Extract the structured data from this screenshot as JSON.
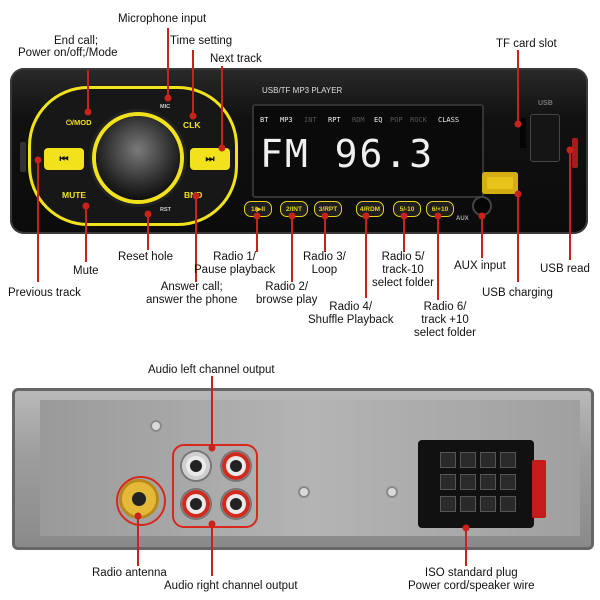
{
  "front_labels": {
    "microphone_input": "Microphone input",
    "end_call": [
      "End call;",
      "Power on/off;/Mode"
    ],
    "time_setting": "Time setting",
    "next_track": "Next track",
    "tf_card_slot": "TF card slot",
    "mute": "Mute",
    "reset_hole": "Reset hole",
    "previous_track": "Previous track",
    "answer_call": [
      "Answer call;",
      "answer the phone"
    ],
    "radio1": [
      "Radio 1/",
      "Pause playback"
    ],
    "radio2": [
      "Radio 2/",
      "browse play"
    ],
    "radio3": [
      "Radio 3/",
      "Loop"
    ],
    "radio4": [
      "Radio 4/",
      "Shuffle Playback"
    ],
    "radio5": [
      "Radio 5/",
      "track-10",
      "select folder"
    ],
    "radio6": [
      "Radio 6/",
      "track +10",
      "select folder"
    ],
    "aux_input": "AUX input",
    "usb_read": "USB read",
    "usb_charging": "USB charging"
  },
  "unit": {
    "top_caption": "USB/TF MP3 PLAYER",
    "btn_mod": "⏻/MOD",
    "btn_clk": "CLK",
    "btn_prev": "⏮",
    "btn_next": "⏭",
    "btn_mute": "MUTE",
    "btn_bnd": "BND",
    "mic": "MIC",
    "rst": "RST",
    "usb": "USB",
    "aux": "AUX",
    "display_tags": [
      "BT",
      "MP3",
      "INT",
      "RPT",
      "RDM",
      "EQ",
      "POP",
      "ROCK",
      "CLASS"
    ],
    "display_text": "FM 96.3",
    "presets": [
      "1/▶II",
      "2/INT",
      "3/RPT",
      "4/RDM",
      "5/-10",
      "6/+10"
    ]
  },
  "rear_labels": {
    "audio_left": "Audio left channel output",
    "radio_antenna": "Radio antenna",
    "audio_right": "Audio right channel output",
    "iso_plug": [
      "ISO standard plug",
      "Power cord/speaker wire"
    ]
  },
  "colors": {
    "accent_yellow": "#f1e21b",
    "callout_red": "#c8231a"
  }
}
